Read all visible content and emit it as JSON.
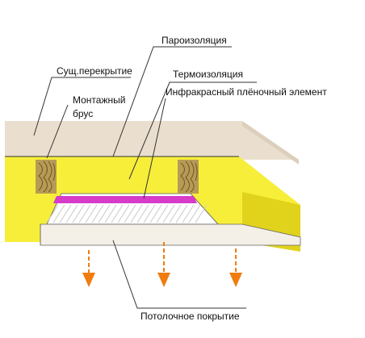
{
  "labels": {
    "existing_ceiling": "Сущ.перекрытие",
    "mounting_beam_line1": "Монтажный",
    "mounting_beam_line2": "брус",
    "vapor_barrier": "Пароизоляция",
    "thermal_insulation": "Термоизоляция",
    "ir_film_element": "Инфракрасный плёночный элемент",
    "ceiling_covering": "Потолочное покрытие"
  },
  "colors": {
    "slab": "#eadfce",
    "slab_side": "#dccfbc",
    "insulation": "#f7ee3a",
    "insulation_dark": "#e1d21c",
    "beam": "#b79a55",
    "beam_grain": "#6e5626",
    "film": "#d63bc9",
    "heat_arrow": "#f07c10",
    "ceiling_panel": "#f4f0e8",
    "line": "#333333"
  },
  "icons": {
    "heat_arrow": "arrow-down-icon"
  }
}
